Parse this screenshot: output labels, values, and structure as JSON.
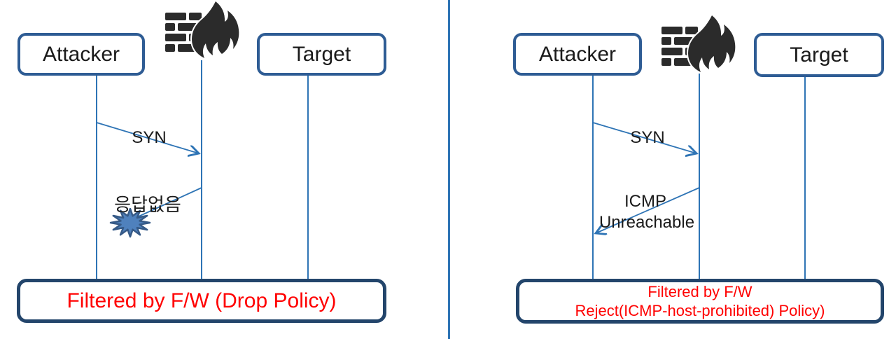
{
  "diagram_title": "Firewall filtering sequence diagrams (Drop vs Reject policy)",
  "colors": {
    "node_border": "#2e5c94",
    "result_border": "#23456b",
    "line_blue": "#2e74b5",
    "alert_red": "#ff0000",
    "icon_dark": "#2b2b2b",
    "burst_fill": "#4f81bd",
    "burst_stroke": "#365a87",
    "text_black": "#1a1a1a"
  },
  "left_panel": {
    "nodes": {
      "attacker": "Attacker",
      "target": "Target"
    },
    "firewall_icon": "firewall-brick-flame-icon",
    "messages": {
      "syn": "SYN",
      "no_response": "응답없음"
    },
    "result": "Filtered by F/W (Drop Policy)"
  },
  "right_panel": {
    "nodes": {
      "attacker": "Attacker",
      "target": "Target"
    },
    "firewall_icon": "firewall-brick-flame-icon",
    "messages": {
      "syn": "SYN",
      "icmp_line1": "ICMP",
      "icmp_line2": "Unreachable"
    },
    "result_line1": "Filtered by F/W",
    "result_line2": "Reject(ICMP-host-prohibited) Policy)"
  }
}
